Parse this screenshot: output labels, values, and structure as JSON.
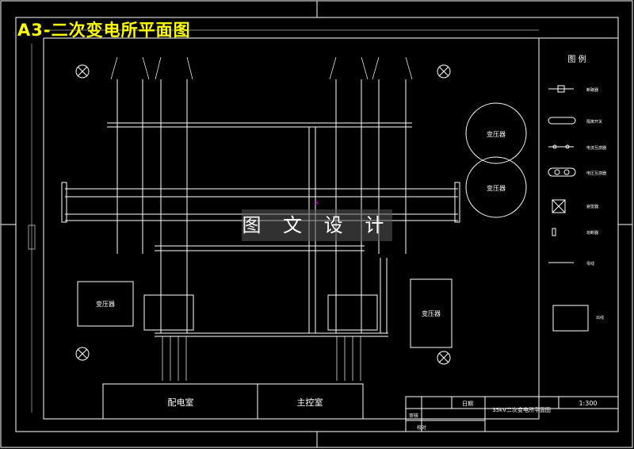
{
  "header": {
    "title": "A3-二次变电所平面图"
  },
  "watermark": "图 文 设 计",
  "legend": {
    "heading": "图 例",
    "items": [
      "断路器",
      "隔离开关",
      "电流互感器",
      "电压互感器",
      "避雷器",
      "熔断器",
      "母线",
      "出线"
    ]
  },
  "transformers": {
    "label": "变压器"
  },
  "rooms": {
    "distribution": "配电室",
    "control": "主控室"
  },
  "title_block": {
    "drawing_name": "35kV二次变电所平面图",
    "scale": "1:300",
    "row1": "日期",
    "row2": "审核",
    "row3": "校对"
  },
  "colors": {
    "line": "#ffffff",
    "title": "#ffff00",
    "marker": "#ff00ff"
  }
}
